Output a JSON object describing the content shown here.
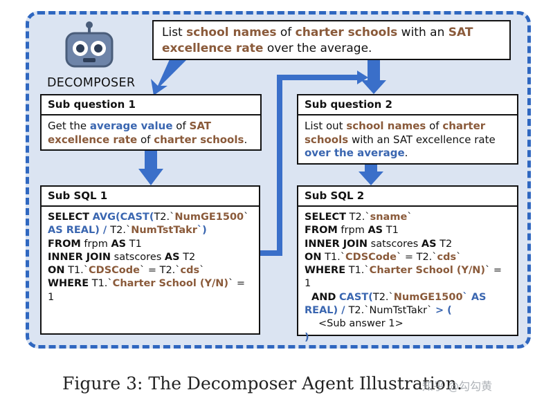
{
  "agent_label": "DECOMPOSER",
  "question": [
    "List ",
    "school names",
    " of ",
    "charter schools",
    " with an ",
    "SAT excellence rate",
    " over the average."
  ],
  "sub_question_1": {
    "title": "Sub question 1",
    "text": [
      "Get the ",
      "average value",
      " of ",
      "SAT excellence rate",
      " of ",
      "charter schools",
      "."
    ]
  },
  "sub_question_2": {
    "title": "Sub question 2",
    "text": [
      "List out ",
      "school names",
      " of ",
      "charter schools",
      " with an SAT excellence rate ",
      "over the average",
      "."
    ]
  },
  "sub_sql_1": {
    "title": "Sub SQL 1",
    "lines": [
      [
        "SELECT",
        " ",
        "AVG(CAST(",
        "T2.`",
        "NumGE1500",
        "`"
      ],
      [
        "AS REAL) / ",
        "T2.`",
        "NumTstTakr",
        "`)"
      ],
      [
        "FROM",
        " frpm ",
        "AS",
        " T1"
      ],
      [
        "INNER JOIN",
        " satscores ",
        "AS",
        " T2"
      ],
      [
        "ON",
        " T1.`",
        "CDSCode",
        "` = T2.`",
        "cds",
        "`"
      ],
      [
        "WHERE",
        " T1.`",
        "Charter School (Y/N)",
        "` = 1"
      ]
    ]
  },
  "sub_sql_2": {
    "title": "Sub SQL 2",
    "lines": [
      [
        "SELECT",
        " T2.`",
        "sname",
        "`"
      ],
      [
        "FROM",
        " frpm ",
        "AS",
        " T1"
      ],
      [
        "INNER JOIN",
        " satscores ",
        "AS",
        " T2"
      ],
      [
        "ON",
        " T1.`",
        "CDSCode",
        "` = T2.`",
        "cds",
        "`"
      ],
      [
        "WHERE",
        " T1.`",
        "Charter School (Y/N)",
        "` = 1"
      ],
      [
        "AND",
        " ",
        "CAST(",
        "T2.`",
        "NumGE1500",
        "` AS"
      ],
      [
        "REAL) / ",
        "T2.`NumTstTakr` ",
        "> ("
      ],
      [
        "<Sub answer 1>"
      ],
      [
        ")"
      ]
    ]
  },
  "caption": "Figure 3: The Decomposer Agent Illustration.",
  "watermark": "知乎 @勾勾黄",
  "colors": {
    "brown_highlight": "#8a5a3a",
    "blue_highlight": "#3a66b0",
    "panel_border": "#2f67c0",
    "panel_fill": "#dbe4f2",
    "arrow": "#3a6fc9"
  }
}
